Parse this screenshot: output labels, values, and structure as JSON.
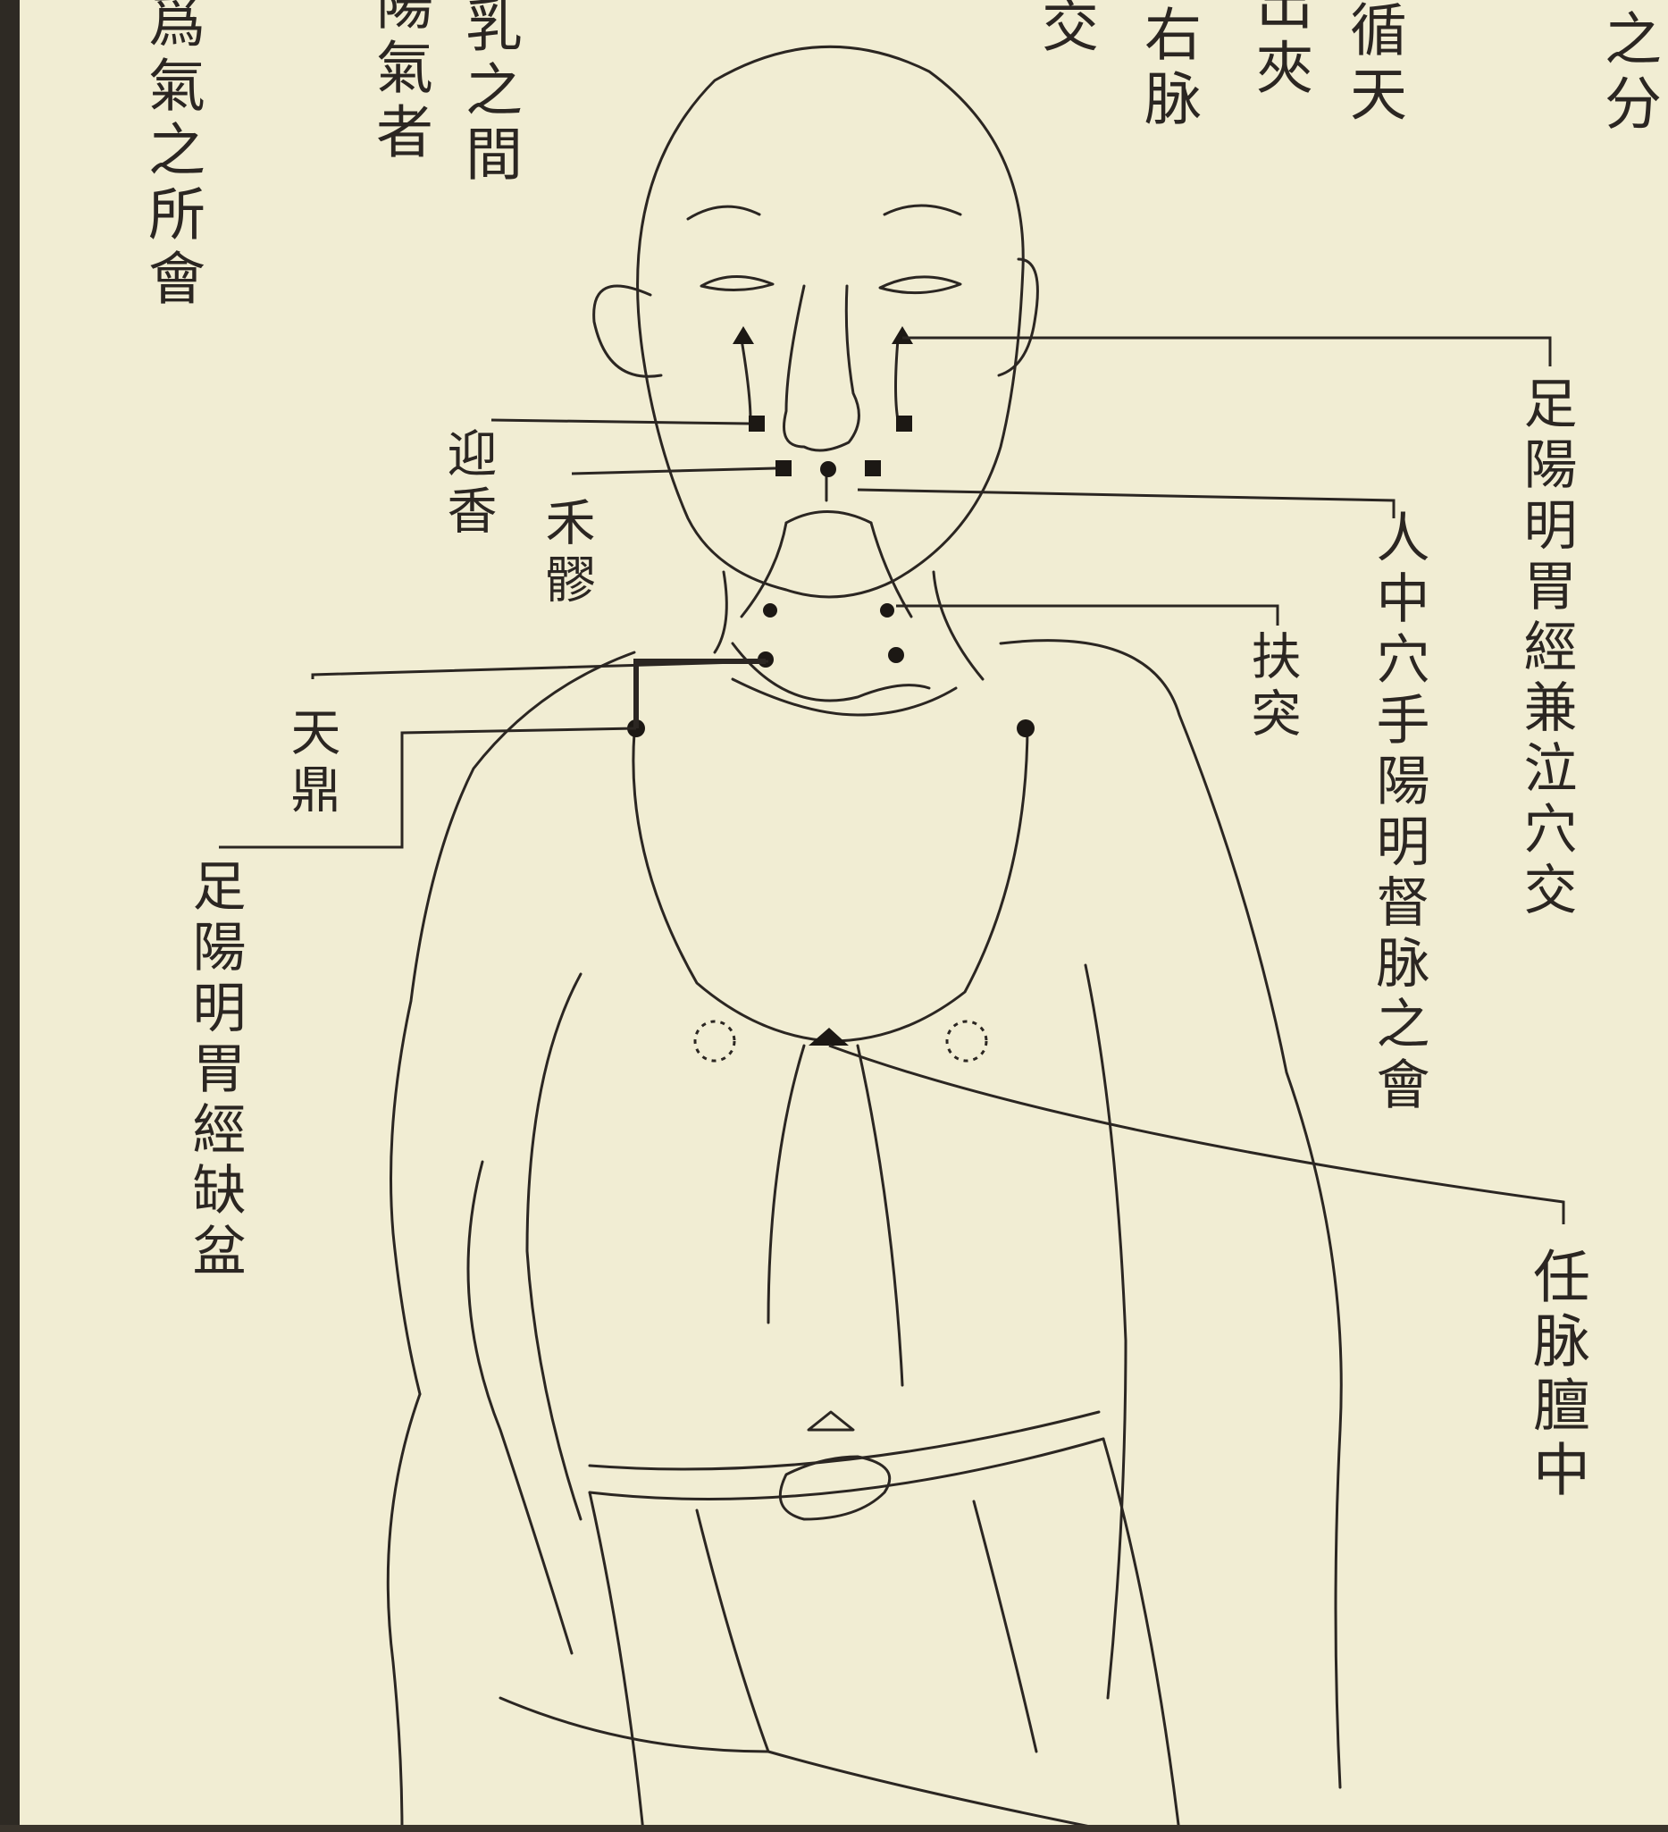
{
  "top_text": {
    "col1": "爲氣之所會",
    "col2": "陽氣者",
    "col3": "乳之間",
    "col4": "交",
    "col5": "右脉",
    "col6": "出夾",
    "col7": "循天",
    "col8": "之分"
  },
  "labels": {
    "yingxiang": "迎香",
    "heliao": "禾髎",
    "renzhong": "人中穴手陽明督脉之會",
    "futu": "扶突",
    "tianding": "天鼎",
    "stomach_right": "足陽明胃經兼泣穴交",
    "stomach_left": "足陽明胃經缺盆",
    "renmai": "任脉膻中"
  },
  "colors": {
    "paper": "#f1edd3",
    "ink": "#2b2622",
    "frame": "#2e2a24"
  }
}
